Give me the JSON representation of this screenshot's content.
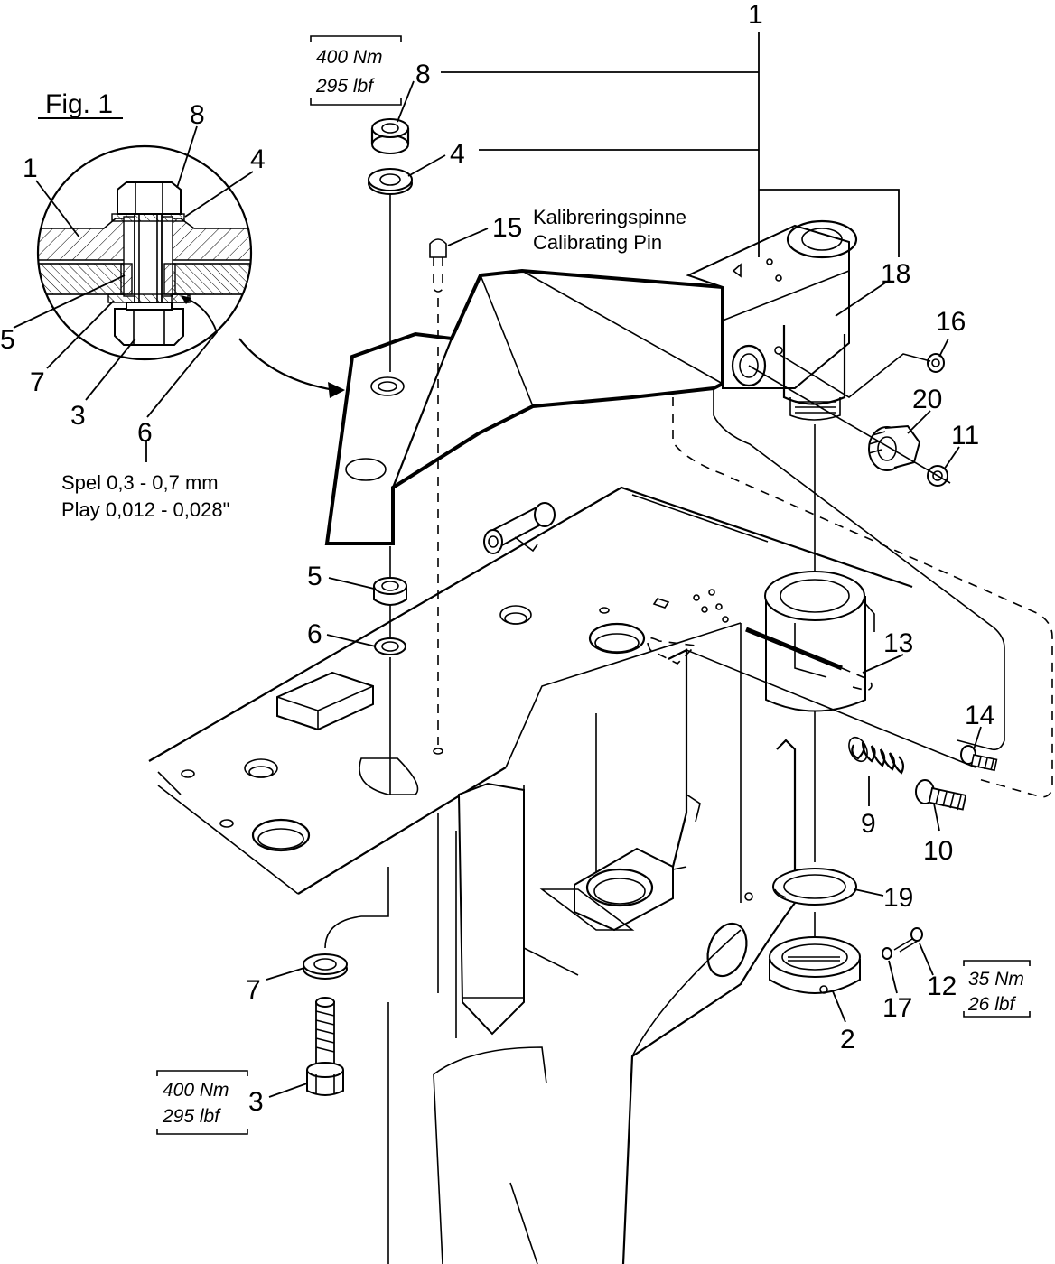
{
  "figure": {
    "title": "Fig. 1"
  },
  "detail": {
    "labels": {
      "l1": "1",
      "l8": "8",
      "l4": "4",
      "l5": "5",
      "l7": "7",
      "l3": "3",
      "l6": "6"
    },
    "play_note": {
      "line1": "Spel 0,3 - 0,7 mm",
      "line2": "Play 0,012 - 0,028\""
    }
  },
  "torque": {
    "top": {
      "nm": "400 Nm",
      "lbf": "295 lbf"
    },
    "bottom": {
      "nm": "400 Nm",
      "lbf": "295 lbf"
    },
    "right": {
      "nm": "35 Nm",
      "lbf": "26 lbf"
    }
  },
  "calibrating_pin": {
    "number": "15",
    "text_sv": "Kalibreringspinne",
    "text_en": "Calibrating Pin"
  },
  "parts": {
    "p1": "1",
    "p8": "8",
    "p4": "4",
    "p18": "18",
    "p16": "16",
    "p20": "20",
    "p11": "11",
    "p5": "5",
    "p6": "6",
    "p13": "13",
    "p14": "14",
    "p9": "9",
    "p10": "10",
    "p19": "19",
    "p7": "7",
    "p3": "3",
    "p12": "12",
    "p17": "17",
    "p2": "2"
  }
}
